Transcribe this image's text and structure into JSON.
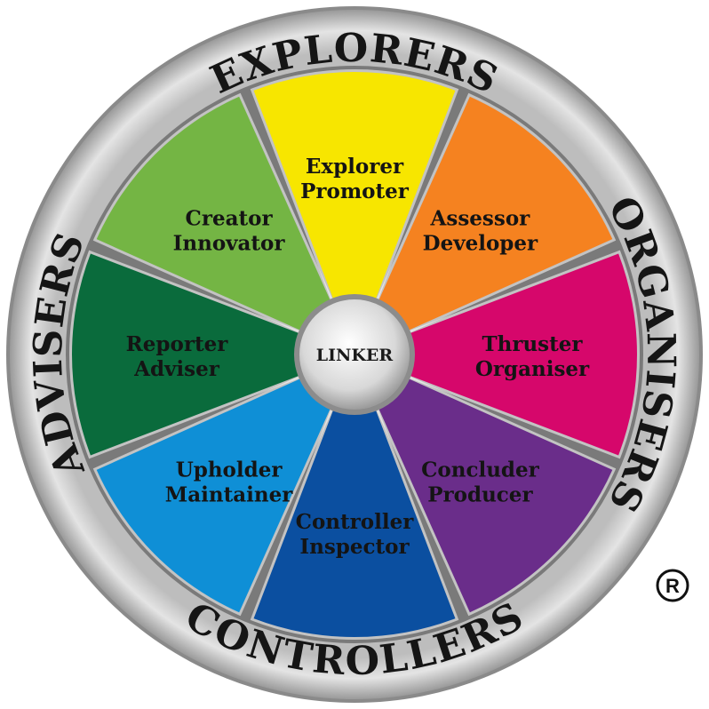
{
  "outer_ring": {
    "top": "EXPLORERS",
    "right": "ORGANISERS",
    "bottom": "CONTROLLERS",
    "left": "ADVISERS"
  },
  "hub": {
    "label": "LINKER"
  },
  "registered_mark": "R",
  "segments": [
    {
      "line1": "Explorer",
      "line2": "Promoter",
      "color": "#f7e600"
    },
    {
      "line1": "Assessor",
      "line2": "Developer",
      "color": "#f58220"
    },
    {
      "line1": "Thruster",
      "line2": "Organiser",
      "color": "#d6076b"
    },
    {
      "line1": "Concluder",
      "line2": "Producer",
      "color": "#6a2d8a"
    },
    {
      "line1": "Controller",
      "line2": "Inspector",
      "color": "#0b4fa0"
    },
    {
      "line1": "Upholder",
      "line2": "Maintainer",
      "color": "#0f8fd6"
    },
    {
      "line1": "Reporter",
      "line2": "Adviser",
      "color": "#0a6b3c"
    },
    {
      "line1": "Creator",
      "line2": "Innovator",
      "color": "#74b544"
    }
  ]
}
